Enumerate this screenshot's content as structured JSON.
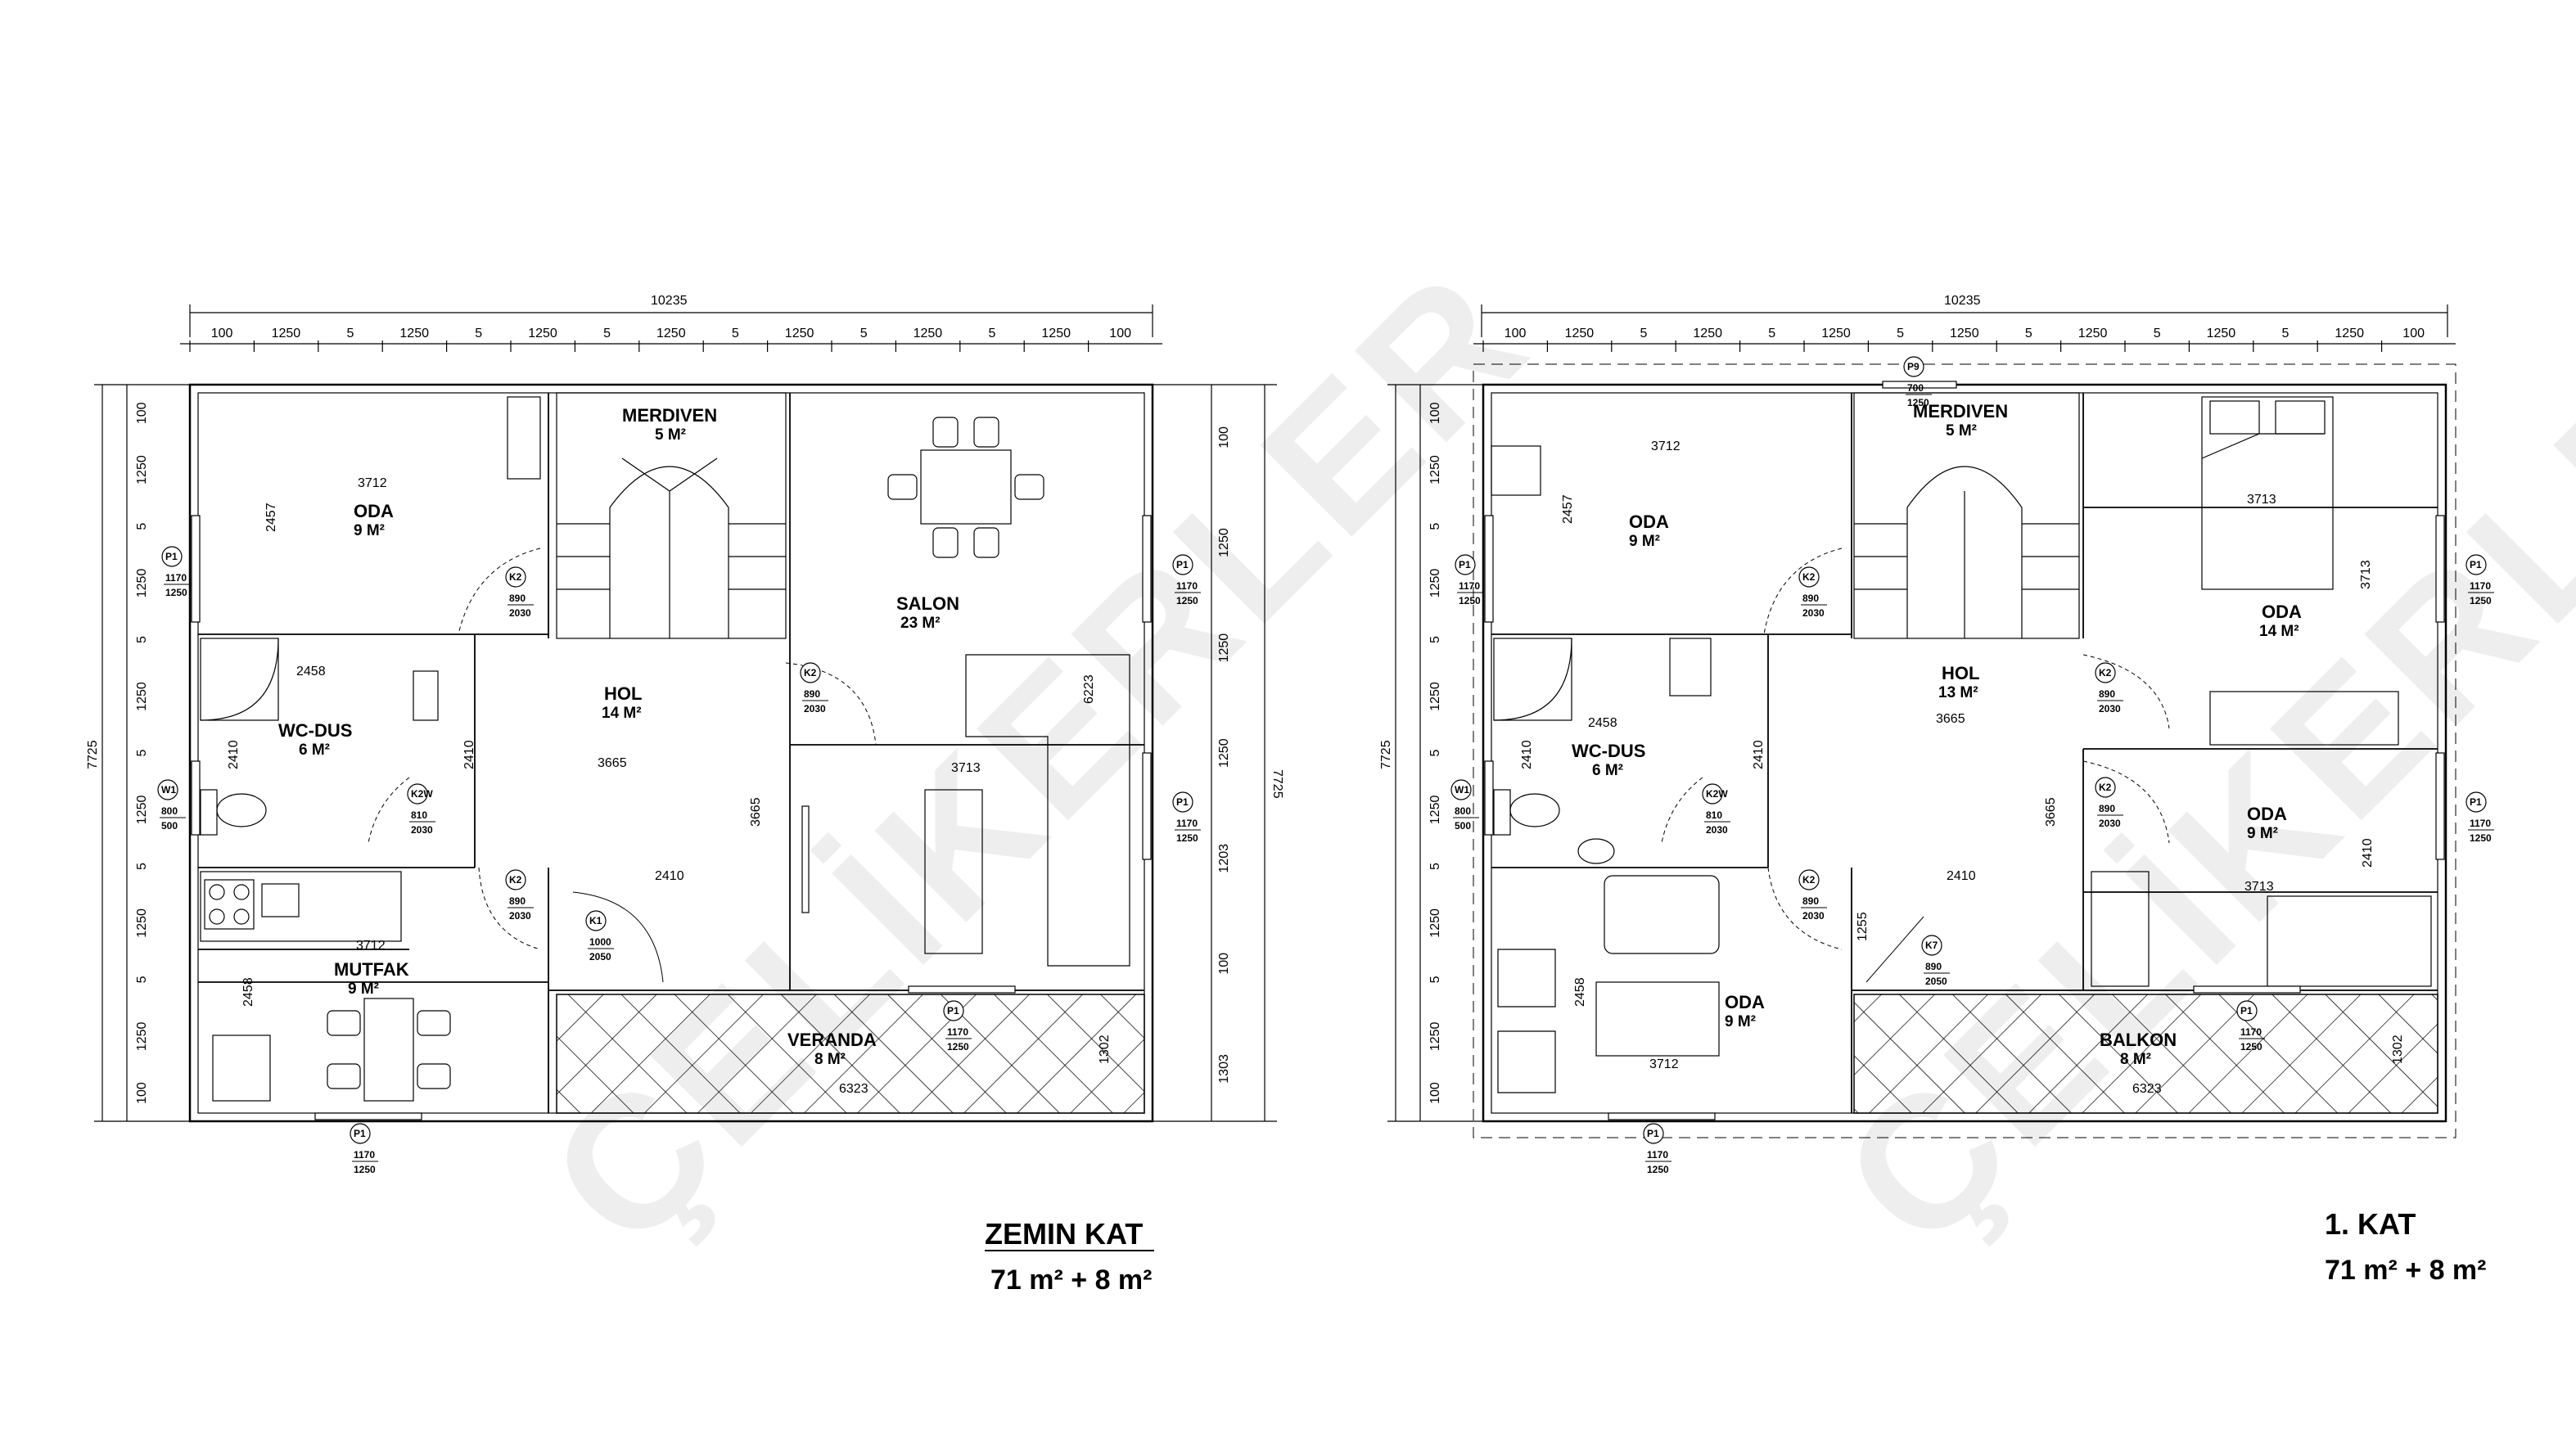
{
  "watermark": "ÇELİKERLER",
  "plans": [
    {
      "caption": {
        "title": "ZEMIN KAT",
        "area": "71 m² + 8 m²"
      },
      "overall_width": "10235",
      "overall_height": "7725",
      "top_dims": [
        "100",
        "1250",
        "5",
        "1250",
        "5",
        "1250",
        "5",
        "1250",
        "5",
        "1250",
        "5",
        "1250",
        "5",
        "1250",
        "100"
      ],
      "left_dims": [
        "100",
        "1250",
        "5",
        "1250",
        "5",
        "1250",
        "5",
        "1250",
        "5",
        "1250",
        "5",
        "1250",
        "100"
      ],
      "right_dims": [
        "100",
        "1250",
        "1250",
        "1250",
        "1203",
        "100",
        "1303"
      ],
      "rooms": [
        {
          "name": "MERDIVEN",
          "area": "5 M²"
        },
        {
          "name": "ODA",
          "area": "9 M²"
        },
        {
          "name": "SALON",
          "area": "23 M²"
        },
        {
          "name": "HOL",
          "area": "14 M²"
        },
        {
          "name": "WC-DUS",
          "area": "6 M²"
        },
        {
          "name": "MUTFAK",
          "area": "9 M²"
        },
        {
          "name": "VERANDA",
          "area": "8 M²"
        }
      ],
      "inner_dims": [
        "3712",
        "2457",
        "2458",
        "2410",
        "2410",
        "3665",
        "3665",
        "3713",
        "6223",
        "2410",
        "3712",
        "2458",
        "6323",
        "1302"
      ],
      "openings": [
        {
          "tag": "P1",
          "line1": "1170",
          "line2": "1250"
        },
        {
          "tag": "P1",
          "line1": "1170",
          "line2": "1250"
        },
        {
          "tag": "P1",
          "line1": "1170",
          "line2": "1250"
        },
        {
          "tag": "P1",
          "line1": "1170",
          "line2": "1250"
        },
        {
          "tag": "P1",
          "line1": "1170",
          "line2": "1250"
        },
        {
          "tag": "W1",
          "line1": "800",
          "line2": "500"
        },
        {
          "tag": "K2",
          "line1": "890",
          "line2": "2030"
        },
        {
          "tag": "K2",
          "line1": "890",
          "line2": "2030"
        },
        {
          "tag": "K2W",
          "line1": "810",
          "line2": "2030"
        },
        {
          "tag": "K2",
          "line1": "890",
          "line2": "2030"
        },
        {
          "tag": "K1",
          "line1": "1000",
          "line2": "2050"
        }
      ]
    },
    {
      "caption": {
        "title": "1. KAT",
        "area": "71 m² + 8 m²"
      },
      "overall_width": "10235",
      "overall_height": "7725",
      "top_dims": [
        "100",
        "1250",
        "5",
        "1250",
        "5",
        "1250",
        "5",
        "1250",
        "5",
        "1250",
        "5",
        "1250",
        "5",
        "1250",
        "100"
      ],
      "left_dims": [
        "100",
        "1250",
        "5",
        "1250",
        "5",
        "1250",
        "5",
        "1250",
        "5",
        "1250",
        "5",
        "1250",
        "100"
      ],
      "rooms": [
        {
          "name": "MERDIVEN",
          "area": "5 M²"
        },
        {
          "name": "ODA",
          "area": "9 M²"
        },
        {
          "name": "ODA",
          "area": "14 M²"
        },
        {
          "name": "HOL",
          "area": "13 M²"
        },
        {
          "name": "WC-DUS",
          "area": "6 M²"
        },
        {
          "name": "ODA",
          "area": "9 M²"
        },
        {
          "name": "ODA",
          "area": "9 M²"
        },
        {
          "name": "BALKON",
          "area": "8 M²"
        }
      ],
      "inner_dims": [
        "3712",
        "2457",
        "3713",
        "3713",
        "2410",
        "2458",
        "3665",
        "2410",
        "3665",
        "2410",
        "3713",
        "2410",
        "1255",
        "2458",
        "3712",
        "6323",
        "1302"
      ],
      "openings": [
        {
          "tag": "P9",
          "line1": "700",
          "line2": "1250"
        },
        {
          "tag": "P1",
          "line1": "1170",
          "line2": "1250"
        },
        {
          "tag": "P1",
          "line1": "1170",
          "line2": "1250"
        },
        {
          "tag": "P1",
          "line1": "1170",
          "line2": "1250"
        },
        {
          "tag": "P1",
          "line1": "1170",
          "line2": "1250"
        },
        {
          "tag": "P1",
          "line1": "1170",
          "line2": "1250"
        },
        {
          "tag": "W1",
          "line1": "800",
          "line2": "500"
        },
        {
          "tag": "K2",
          "line1": "890",
          "line2": "2030"
        },
        {
          "tag": "K2",
          "line1": "890",
          "line2": "2030"
        },
        {
          "tag": "K2",
          "line1": "890",
          "line2": "2030"
        },
        {
          "tag": "K2W",
          "line1": "810",
          "line2": "2030"
        },
        {
          "tag": "K2",
          "line1": "890",
          "line2": "2030"
        },
        {
          "tag": "K7",
          "line1": "890",
          "line2": "2050"
        }
      ]
    }
  ]
}
